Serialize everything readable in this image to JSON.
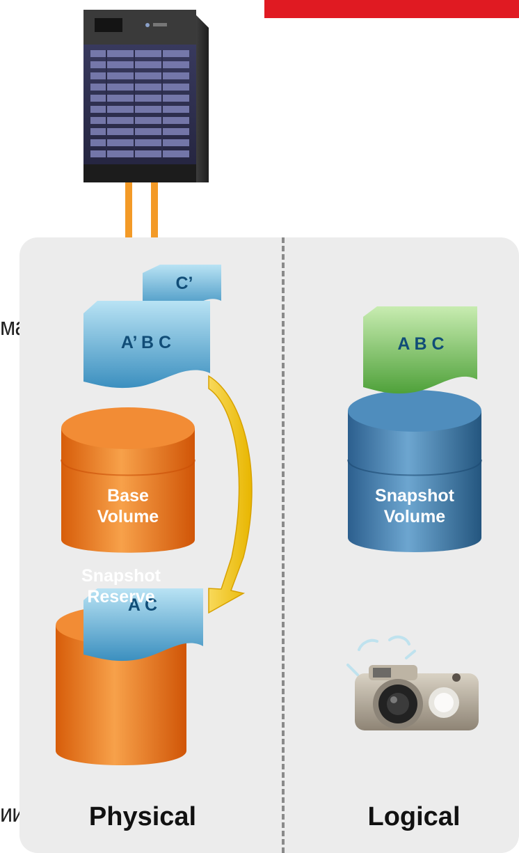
{
  "stray_text": {
    "top": "ма",
    "bottom": "ии"
  },
  "colors": {
    "brand_red": "#e01a22",
    "panel": "#ececec",
    "orange": "#f07a1a",
    "blue_cyl": "#3a77a8",
    "doc_blue": "#4fa3cc",
    "doc_green": "#69b94f",
    "arrow_yellow": "#f5c400"
  },
  "doc_base_top": {
    "label": "C’"
  },
  "doc_base": {
    "label": "A’ B C"
  },
  "doc_snapshot": {
    "label": "A B C"
  },
  "doc_reserve": {
    "label": "A C"
  },
  "base_volume": {
    "line1": "Base",
    "line2": "Volume"
  },
  "snapshot_volume": {
    "line1": "Snapshot",
    "line2": "Volume"
  },
  "snapshot_reserve": {
    "line1": "Snapshot",
    "line2": "Reserve"
  },
  "sections": {
    "physical": "Physical",
    "logical": "Logical"
  },
  "icons": {
    "server": "server-icon",
    "camera": "camera-icon",
    "arrow": "copy-arrow-icon"
  }
}
